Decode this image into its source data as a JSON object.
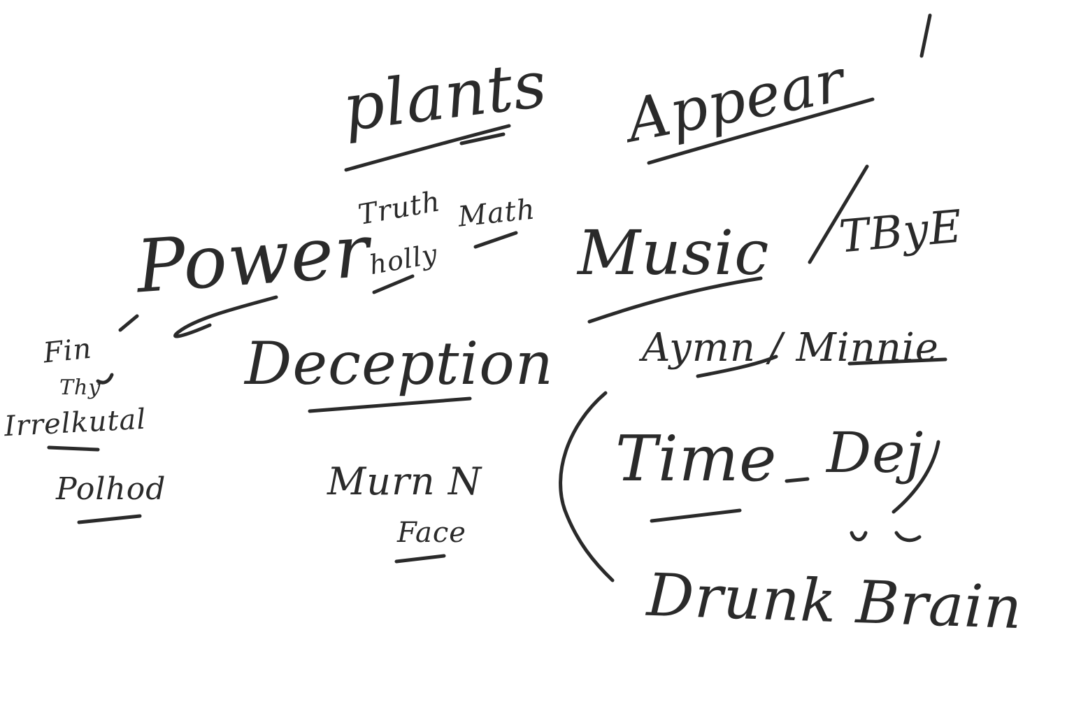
{
  "words": {
    "plants": "plants",
    "appear": "Appear",
    "truth": "Truth",
    "math": "Math",
    "holly": "holly",
    "power": "Power",
    "music": "Music",
    "tbye": "TByE",
    "fin": "Fin",
    "thy": "Thy",
    "irrelkutal": "Irrelkutal",
    "deception": "Deception",
    "aymn_minnie": "Aymn / Minnie",
    "time": "Time",
    "dej": "Dej",
    "polhod": "Polhod",
    "murn_n": "Murn N",
    "face": "Face",
    "drunk_brain": "Drunk Brain"
  }
}
